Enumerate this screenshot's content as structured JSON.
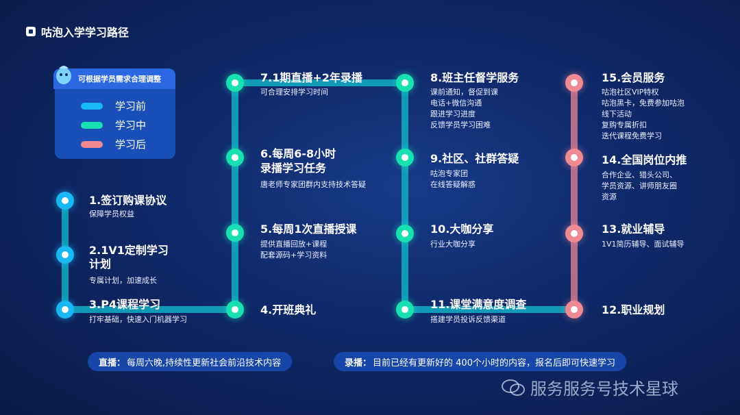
{
  "title": "咕泡入学学习路径",
  "legend": {
    "header": "可根据学员需求合理调整",
    "items": [
      {
        "label": "学习前",
        "color": "#18b8f5"
      },
      {
        "label": "学习中",
        "color": "#19e0b0"
      },
      {
        "label": "学习后",
        "color": "#f08a92"
      }
    ]
  },
  "colors": {
    "before": "#18b8f5",
    "during": "#19e0b0",
    "after": "#f08a92",
    "track": "#11a6c0"
  },
  "steps": {
    "s1": {
      "title": "1.签订购课协议",
      "desc": [
        "保障学员权益"
      ]
    },
    "s2": {
      "title": "2.1V1定制学习",
      "title2": "计划",
      "desc": [
        "专属计划，加速成长"
      ]
    },
    "s3": {
      "title": "3.P4课程学习",
      "desc": [
        "打牢基础，快速入门机器学习"
      ]
    },
    "s4": {
      "title": "4.开班典礼",
      "desc": []
    },
    "s5": {
      "title": "5.每周1次直播授课",
      "desc": [
        "提供直播回放+课程",
        "配套源码+学习资料"
      ]
    },
    "s6": {
      "title": "6.每周6-8小时",
      "title2": "录播学习任务",
      "desc": [
        "唐老师专家团群内支持技术答疑"
      ]
    },
    "s7": {
      "title": "7.1期直播+2年录播",
      "desc": [
        "可合理安排学习时间"
      ]
    },
    "s8": {
      "title": "8.班主任督学服务",
      "desc": [
        "课前通知，督促到课",
        "电话+微信沟通",
        "跟进学习进度",
        "反馈学员学习困难"
      ]
    },
    "s9": {
      "title": "9.社区、社群答疑",
      "desc": [
        "咕泡专家团",
        "在线答疑解惑"
      ]
    },
    "s10": {
      "title": "10.大咖分享",
      "desc": [
        "行业大咖分享"
      ]
    },
    "s11": {
      "title": "11.课堂满意度调查",
      "desc": [
        "搭建学员投诉反馈渠道"
      ]
    },
    "s12": {
      "title": "12.职业规划",
      "desc": []
    },
    "s13": {
      "title": "13.就业辅导",
      "desc": [
        "1V1简历辅导、面试辅导"
      ]
    },
    "s14": {
      "title": "14.全国岗位内推",
      "desc": [
        "合作企业、猎头公司、",
        "学员资源、讲师朋友圈",
        "资源"
      ]
    },
    "s15": {
      "title": "15.会员服务",
      "desc": [
        "咕泡社区VIP特权",
        "咕泡黑卡，免费参加咕泡",
        "线下活动",
        "复购专属折扣",
        "迭代课程免费学习"
      ]
    }
  },
  "footer": {
    "live_label": "直播：",
    "live_text": "每周六晚,持续性更新社会前沿技术内容",
    "record_label": "录播：",
    "record_text": "目前已经有更新好的 400个小时的内容，报名后即可快速学习"
  },
  "watermark": "服务服务号技术星球"
}
